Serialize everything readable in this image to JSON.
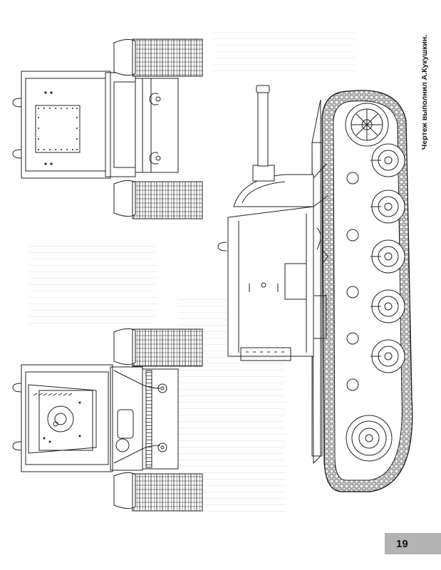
{
  "drawing_credit": "Чертеж выполнил А.Кукушкин.",
  "page_number": "19",
  "colors": {
    "ink": "#222222",
    "badge": "#b3b3b3",
    "ghost": "#e6e6e6"
  },
  "views": [
    {
      "name": "top-view-rear",
      "description_icon": "tank-rear-top-icon"
    },
    {
      "name": "top-view-front",
      "description_icon": "tank-front-top-icon"
    },
    {
      "name": "side-view",
      "description_icon": "tank-side-icon"
    }
  ]
}
